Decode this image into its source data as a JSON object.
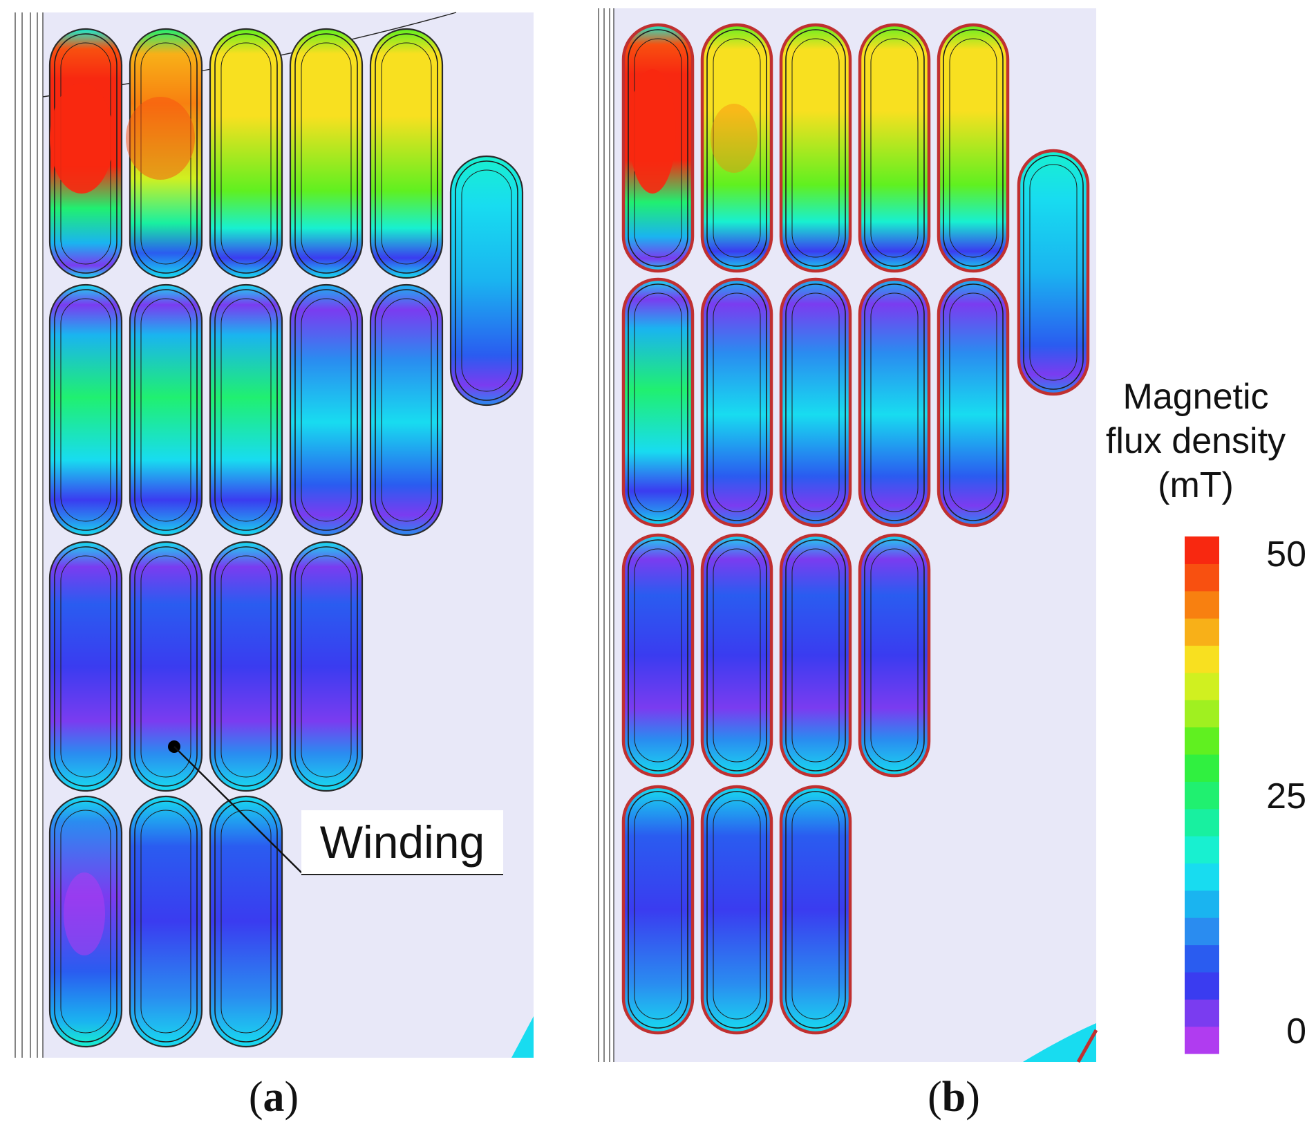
{
  "figure": {
    "panels": [
      {
        "id": "a",
        "label": "a"
      },
      {
        "id": "b",
        "label": "b"
      }
    ],
    "annotation": {
      "text": "Winding"
    },
    "colors": {
      "background": "#e8e8f8",
      "scale": [
        "#b03cf0",
        "#7a3cf0",
        "#3a3cf0",
        "#2a5cf0",
        "#2a8cf0",
        "#1ab4f0",
        "#18dcf0",
        "#18f0d0",
        "#18f0a0",
        "#20f070",
        "#30f040",
        "#60f020",
        "#a0f020",
        "#d0f020",
        "#f8e020",
        "#f8b018",
        "#f88010",
        "#f85010",
        "#f82810"
      ],
      "border_a": "#2a2a2a",
      "border_b_outer": "#c03030"
    },
    "colorbar": {
      "title_lines": [
        "Magnetic",
        "flux density",
        "(mT)"
      ],
      "ticks": [
        "50",
        "25",
        "0"
      ],
      "min": 0,
      "max": 50
    }
  }
}
